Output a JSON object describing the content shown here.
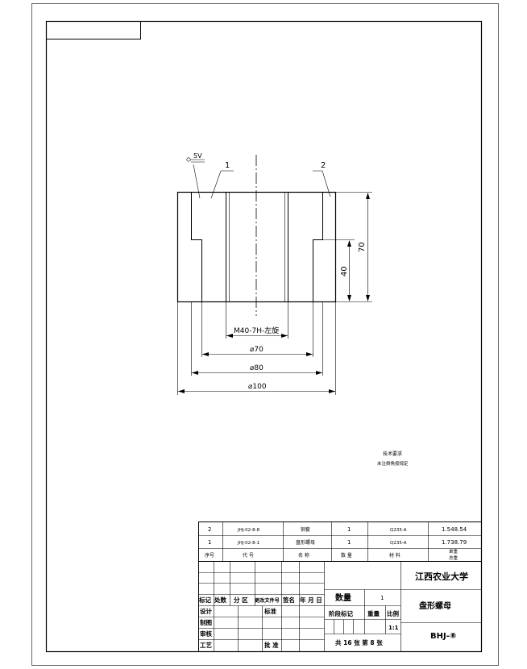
{
  "drawing": {
    "roughness_symbol": "5V",
    "part_labels": [
      "1",
      "2"
    ],
    "dim_height_total": "70",
    "dim_height_step": "40",
    "dim_thread": "M40-7H-左旋",
    "dim_d70": "⌀70",
    "dim_d80": "⌀80",
    "dim_d100": "⌀100"
  },
  "notes": {
    "title": "技术要求",
    "line1": "未注倒角按规定"
  },
  "bom": {
    "rows": [
      {
        "no": "2",
        "code": "JHJ-02-8-8",
        "name": "铜套",
        "qty": "1",
        "material": "Q235-A",
        "weight": "1.548.54"
      },
      {
        "no": "1",
        "code": "JHJ-02-8-1",
        "name": "盘形螺母",
        "qty": "1",
        "material": "Q235-A",
        "weight": "1.738.79"
      }
    ],
    "header": {
      "no": "序号",
      "code": "代 号",
      "name": "名 称",
      "qty": "数 量",
      "material": "材 料",
      "weight_top": "单重",
      "weight_bottom": "总重"
    }
  },
  "titleblock": {
    "university": "江西农业大学",
    "part_name": "盘形螺母",
    "drawing_no": "BHJ-⑧",
    "qty_label": "数量",
    "qty_value": "1",
    "stage_label": "阶段标记",
    "weight_label": "重量",
    "scale_label": "比例",
    "scale_value": "1:1",
    "sheets": "共 16 张  第 8 张",
    "revision_header": [
      "标记",
      "处数",
      "分 区",
      "更改文件号",
      "签名",
      "年 月 日"
    ],
    "left_labels": [
      "设计",
      "制图",
      "审核",
      "工艺"
    ],
    "standard_label": "标准",
    "approve_label": "批 准"
  }
}
